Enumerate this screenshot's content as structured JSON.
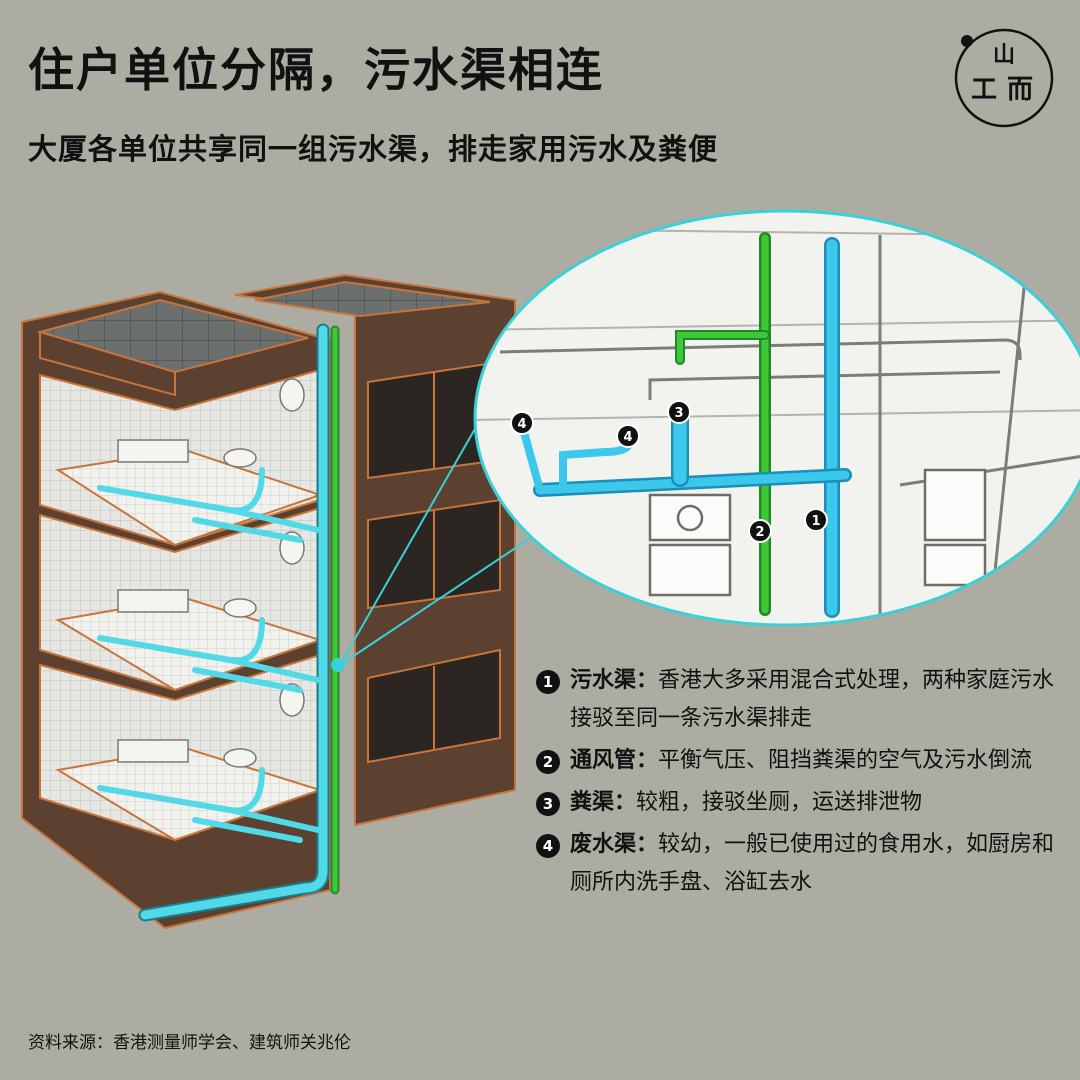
{
  "header": {
    "title": "住户单位分隔，污水渠相连",
    "subtitle": "大厦各单位共享同一组污水渠，排走家用污水及粪便"
  },
  "logo": {
    "text_top": "山",
    "text_left": "工",
    "text_right": "而"
  },
  "callouts": {
    "one": "1",
    "two": "2",
    "three": "3",
    "four_a": "4",
    "four_b": "4"
  },
  "legend": [
    {
      "number": "1",
      "term": "污水渠",
      "separator": "：",
      "text": "香港大多采用混合式处理，两种家庭污水接驳至同一条污水渠排走"
    },
    {
      "number": "2",
      "term": "通风管",
      "separator": "：",
      "text": "平衡气压、阻挡粪渠的空气及污水倒流"
    },
    {
      "number": "3",
      "term": "粪渠",
      "separator": "：",
      "text": "较粗，接驳坐厕，运送排泄物"
    },
    {
      "number": "4",
      "term": "废水渠",
      "separator": "：",
      "text": "较幼，一般已使用过的食用水，如厨房和厕所内洗手盘、浴缸去水"
    }
  ],
  "source": "资料来源：香港测量师学会、建筑师关兆伦",
  "colors": {
    "background": "#adaca2",
    "sewer_blue": "#3cc8e8",
    "vent_green": "#3fc73a",
    "building_brown": "#5a3a25",
    "outline_orange": "#c8743a"
  }
}
